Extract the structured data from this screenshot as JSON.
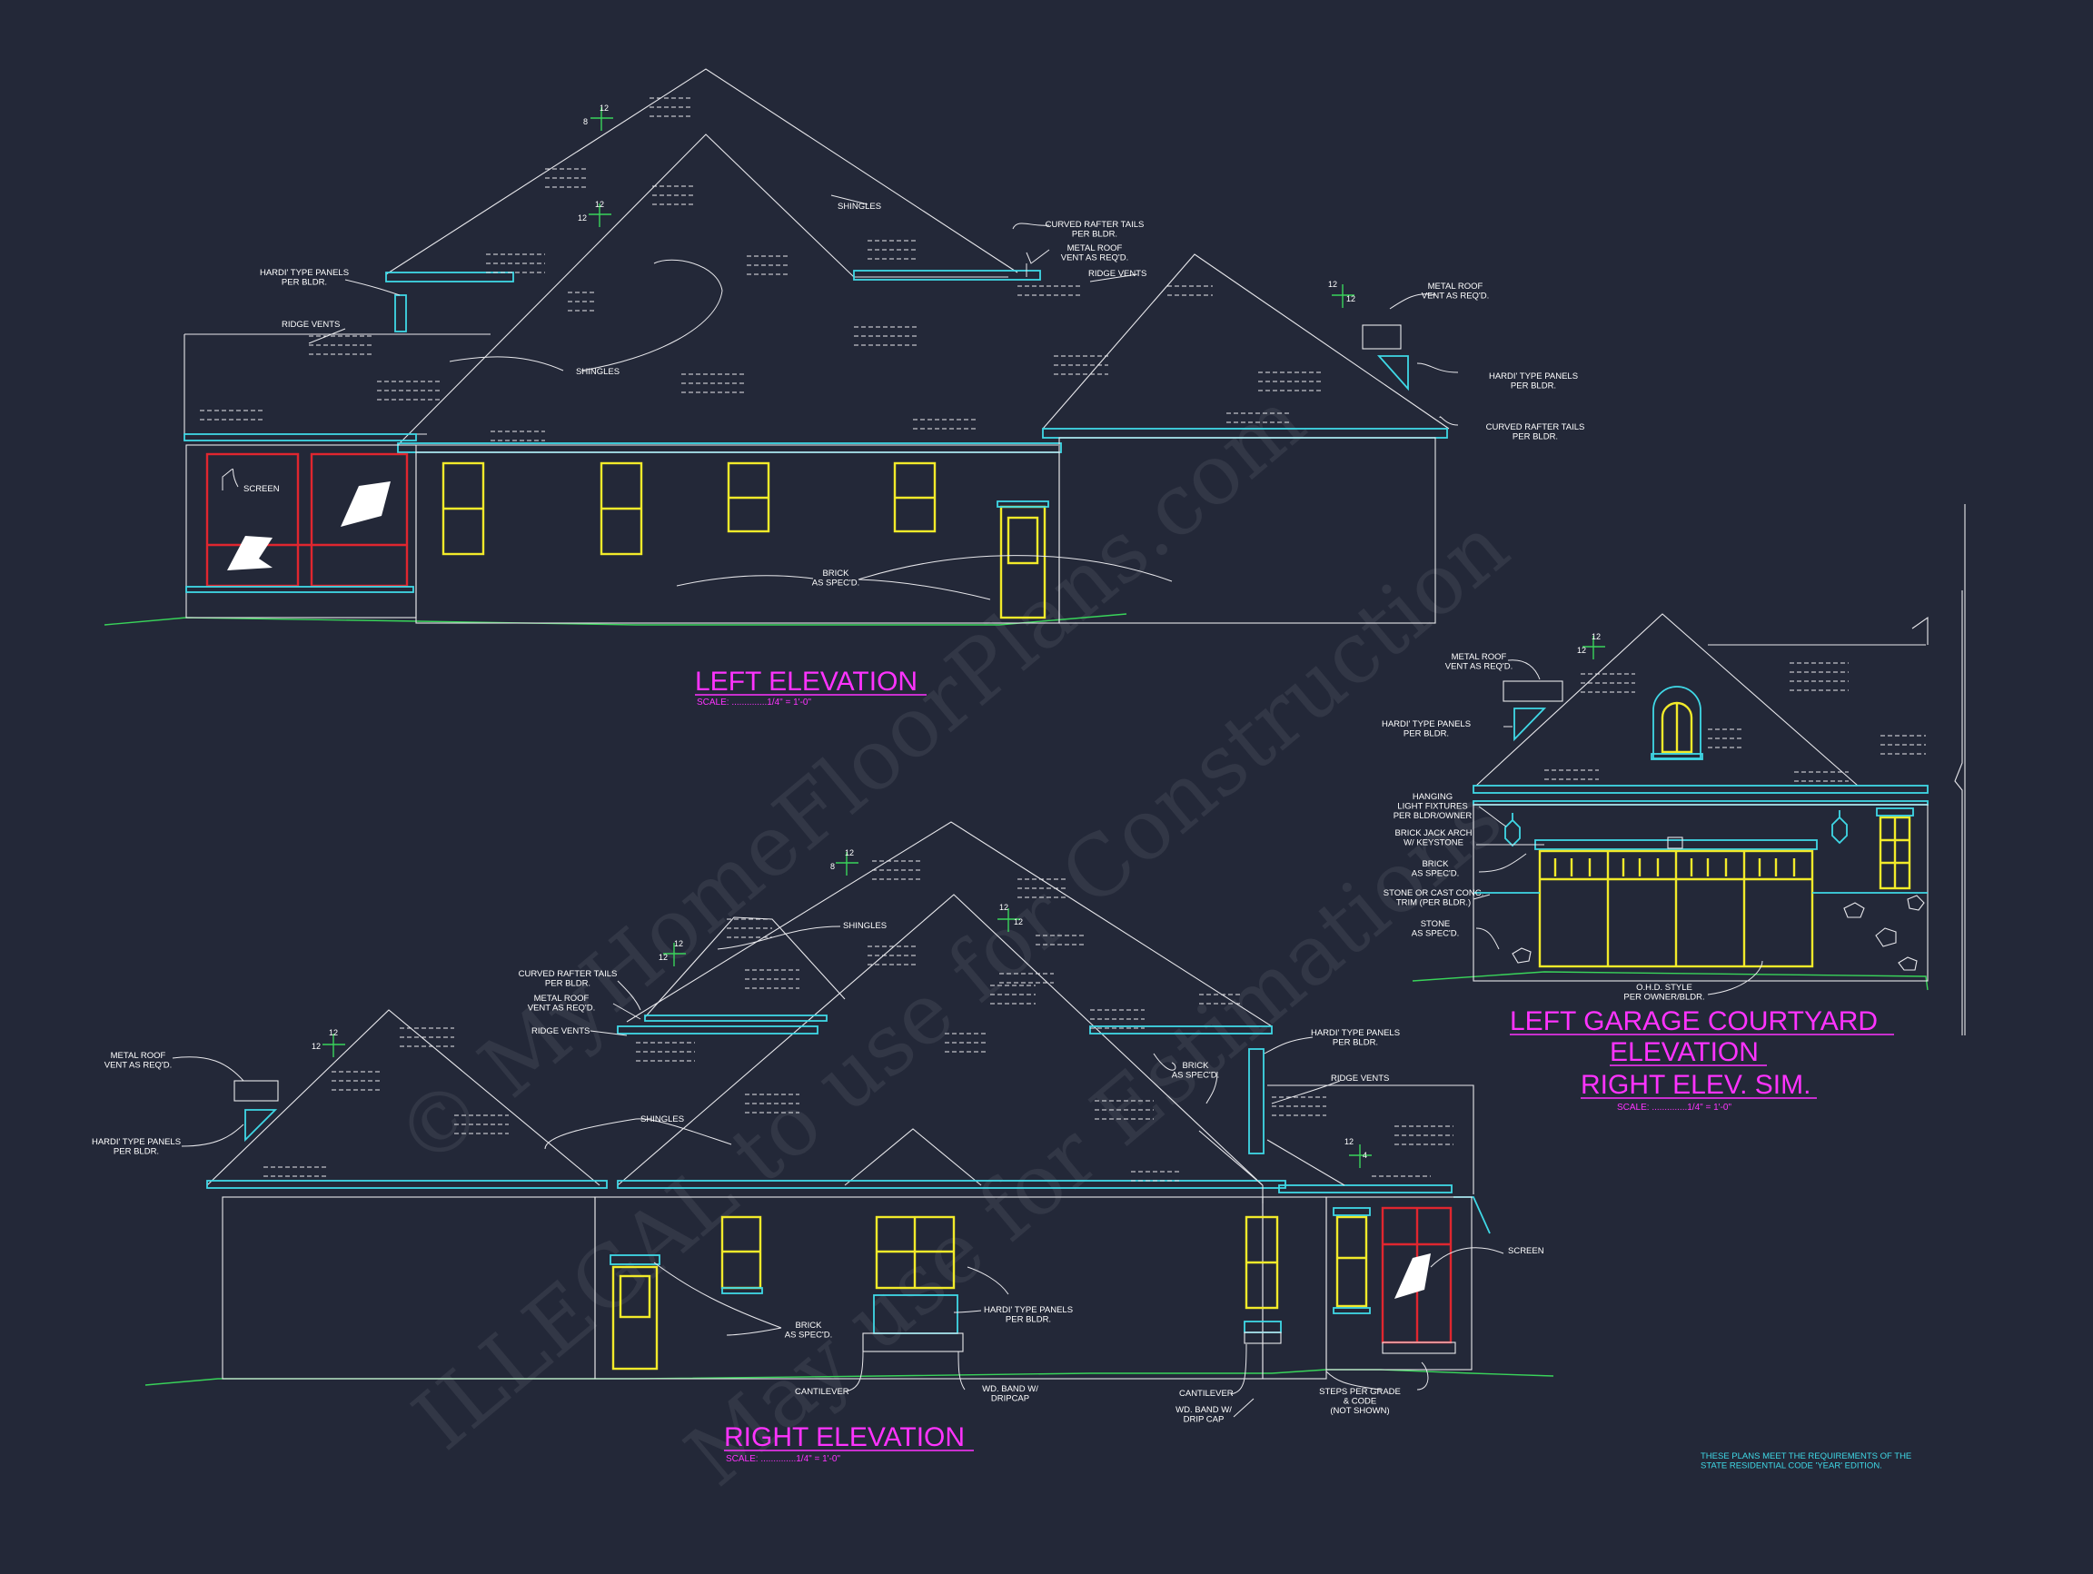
{
  "watermark": {
    "line1": "© MyHomeFloorPlans.com",
    "line2": "ILLEGAL to use for Construction",
    "line3": "May use for Estimations"
  },
  "left_elevation": {
    "title": "LEFT ELEVATION",
    "scale": "SCALE: ..............1/4\" = 1'-0\"",
    "notes": {
      "curved_rafter_tails": "CURVED RAFTER TAILS|PER BLDR.",
      "metal_roof_vent": "METAL ROOF|VENT AS REQ'D.",
      "ridge_vents_right": "RIDGE VENTS",
      "hardi_panels": "HARDI' TYPE PANELS|PER BLDR.",
      "ridge_vents_left": "RIDGE VENTS",
      "shingles_top": "SHINGLES",
      "shingles_mid": "SHINGLES",
      "screen": "SCREEN",
      "brick": "BRICK|AS SPEC'D.",
      "metal_roof_vent_right": "METAL ROOF|VENT AS REQ'D.",
      "hardi_panels_right": "HARDI' TYPE PANELS|PER BLDR.",
      "curved_rafter_tails_right": "CURVED RAFTER TAILS|PER BLDR."
    },
    "pitch": {
      "p1a": "12",
      "p1b": "8",
      "p2a": "12",
      "p2b": "12",
      "p3a": "12",
      "p3b": "12"
    }
  },
  "garage_elevation": {
    "title_line1": "LEFT GARAGE COURTYARD",
    "title_line2": "ELEVATION",
    "title_line3": "RIGHT ELEV. SIM.",
    "scale": "SCALE: ..............1/4\" = 1'-0\"",
    "notes": {
      "metal_roof_vent": "METAL ROOF|VENT AS REQ'D.",
      "hardi_panels": "HARDI' TYPE PANELS|PER BLDR.",
      "hanging_light": "HANGING|LIGHT FIXTURES|PER BLDR/OWNER",
      "brick_jack_arch": "BRICK JACK ARCH|W/ KEYSTONE",
      "brick": "BRICK|AS SPEC'D.",
      "stone_trim": "STONE OR CAST CONC.|TRIM (PER BLDR.)",
      "stone": "STONE|AS SPEC'D.",
      "ohd": "O.H.D. STYLE|PER OWNER/BLDR."
    },
    "pitch": {
      "a": "12",
      "b": "12"
    }
  },
  "right_elevation": {
    "title": "RIGHT ELEVATION",
    "scale": "SCALE: ..............1/4\" = 1'-0\"",
    "notes": {
      "metal_roof_vent": "METAL ROOF|VENT AS REQ'D.",
      "hardi_panels_left": "HARDI' TYPE PANELS|PER BLDR.",
      "curved_rafter_tails": "CURVED RAFTER TAILS|PER BLDR.",
      "metal_roof_vent_mid": "METAL ROOF|VENT AS REQ'D.",
      "ridge_vents_mid": "RIDGE VENTS",
      "shingles_top": "SHINGLES",
      "shingles_mid": "SHINGLES",
      "hardi_panels_right": "HARDI' TYPE PANELS|PER BLDR.",
      "brick_right": "BRICK|AS SPEC'D.",
      "ridge_vents_right": "RIDGE VENTS",
      "screen": "SCREEN",
      "brick_mid": "BRICK|AS SPEC'D.",
      "hardi_bay": "HARDI' TYPE PANELS|PER BLDR.",
      "cantilever_left": "CANTILEVER",
      "wd_band_left": "WD. BAND W/|DRIPCAP",
      "cantilever_right": "CANTILEVER",
      "wd_band_right": "WD. BAND W/|DRIP CAP",
      "steps": "STEPS PER GRADE|& CODE|(NOT SHOWN)"
    },
    "pitch": {
      "p1a": "12",
      "p1b": "8",
      "p2a": "12",
      "p2b": "12",
      "p3a": "12",
      "p3b": "12",
      "p4a": "12",
      "p4b": "12",
      "p5a": "12",
      "p5b": "4"
    }
  },
  "footer_note": "THESE PLANS MEET THE REQUIREMENTS OF THE|STATE RESIDENTIAL CODE 'YEAR' EDITION.",
  "colors": {
    "background": "#232838",
    "line": "#e8e8ec",
    "trim": "#3fd8e6",
    "window": "#f2ea2a",
    "screen": "#e0262f",
    "grade": "#39d45a",
    "title": "#ff33ff"
  }
}
